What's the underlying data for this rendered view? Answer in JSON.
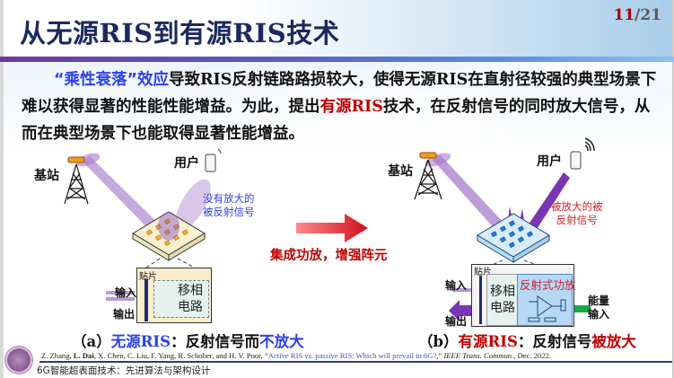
{
  "slide": {
    "title": {
      "part1": "从无源",
      "ris1": "RIS",
      "part2": "到有源",
      "ris2": "RIS",
      "part3": "技术"
    },
    "page_number": {
      "current": "11",
      "separator": "/",
      "total": "21"
    }
  },
  "paragraph": {
    "highlight_blue": "“乘性衰落”效应",
    "text1": "导致",
    "ris_a": "RIS",
    "text2": "反射链路路损较大，使得无源",
    "ris_b": "RIS",
    "text3": "在直射径较强的典型场景下难以获得显著的性能性能增益。为此，提出",
    "highlight_red": "有源",
    "highlight_red_ris": "RIS",
    "text4": "技术，在反射信号的同时放大信号，从而在典型场景下也能取得显著性能增益。"
  },
  "left_diagram": {
    "base_station_label": "基站",
    "user_label": "用户",
    "signal_note": [
      "没有放大的",
      "被反射信号"
    ],
    "signal_note_color": "#2a3ff0",
    "patch_label": "贴片",
    "input_label": "输入",
    "output_label": "输出",
    "circuit_label": [
      "移相",
      "电路"
    ],
    "element_color": "#f5b21a",
    "caption": {
      "prefix": "（",
      "letter": "a",
      "suffix": "）",
      "blue1": "无源",
      "blue_ris": "RIS",
      "colon": "：反射信号而",
      "blue2": "不放大"
    }
  },
  "middle": {
    "arrow_label": "集成功放，增强阵元",
    "arrow_color": "#d0101a"
  },
  "right_diagram": {
    "base_station_label": "基站",
    "user_label": "用户",
    "signal_note": [
      "被放大的被",
      "反射信号"
    ],
    "signal_note_color": "#d0202a",
    "patch_label": "贴片",
    "input_label": "输入",
    "output_label": "输出",
    "circuit_label": [
      "移相",
      "电路"
    ],
    "amp_label": "反射式功放",
    "energy_label": [
      "能量",
      "输入"
    ],
    "element_color": "#1a7ee6",
    "caption": {
      "prefix": "（",
      "letter": "b",
      "suffix": "）",
      "red1": "有源",
      "red_ris": "RIS",
      "colon": "：反射信号",
      "red2": "被放大"
    }
  },
  "reference": {
    "authors_pre": "Z. Zhang, ",
    "author_bold": "L. Dai",
    "authors_post": ", X. Chen, C. Liu, F. Yang, R. Schober, and H. V. Poor, “",
    "paper_title": "Active RIS vs. passive RIS: Which will prevail in 6G?",
    "after_title": ",” ",
    "journal": "IEEE Trans. Commun.",
    "date": ", Dec. 2022."
  },
  "footer": {
    "text": "6G智能超表面技术：先进算法与架构设计"
  }
}
